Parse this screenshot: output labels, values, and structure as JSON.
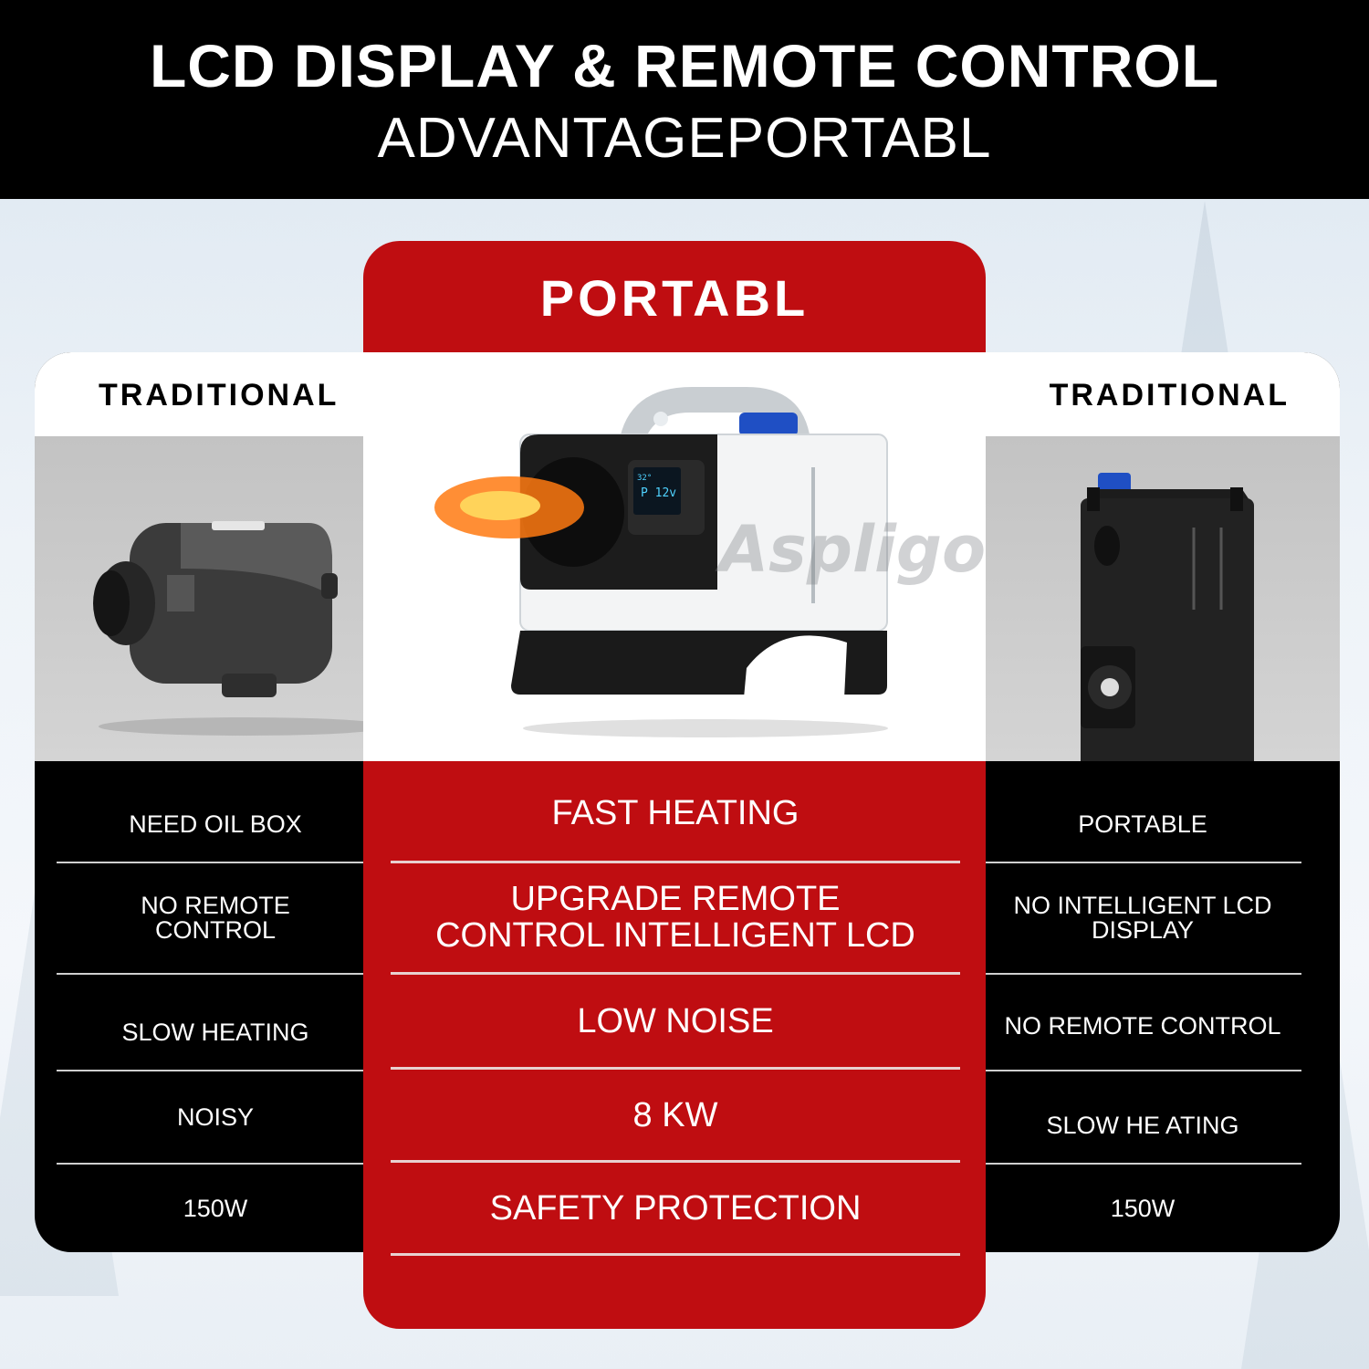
{
  "header": {
    "title": "LCD DISPLAY & REMOTE CONTROL",
    "subtitle": "ADVANTAGEPORTABL"
  },
  "left_panel": {
    "heading": "TRADITIONAL",
    "features": [
      "NEED OIL BOX",
      "NO REMOTE CONTROL",
      "SLOW HEATING",
      "NOISY",
      "150W"
    ]
  },
  "center_panel": {
    "heading": "PORTABL",
    "watermark": "Aspligo",
    "display_reading": "P 12v",
    "display_temp": "32°",
    "features": [
      "FAST HEATING",
      "UPGRADE REMOTE CONTROL INTELLIGENT LCD",
      "LOW NOISE",
      "8 KW",
      "SAFETY PROTECTION"
    ]
  },
  "right_panel": {
    "heading": "TRADITIONAL",
    "features": [
      "PORTABLE",
      "NO INTELLIGENT LCD DISPLAY",
      "NO REMOTE CONTROL",
      "SLOW HE ATING",
      "150W"
    ]
  },
  "colors": {
    "accent_red": "#bf0d11",
    "header_black": "#000000",
    "cap_blue": "#1f4fc4",
    "flame_orange": "#ff7a12"
  },
  "icons": [
    "heater-icon",
    "flame-icon",
    "lcd-panel-icon",
    "fuel-cap-icon"
  ]
}
